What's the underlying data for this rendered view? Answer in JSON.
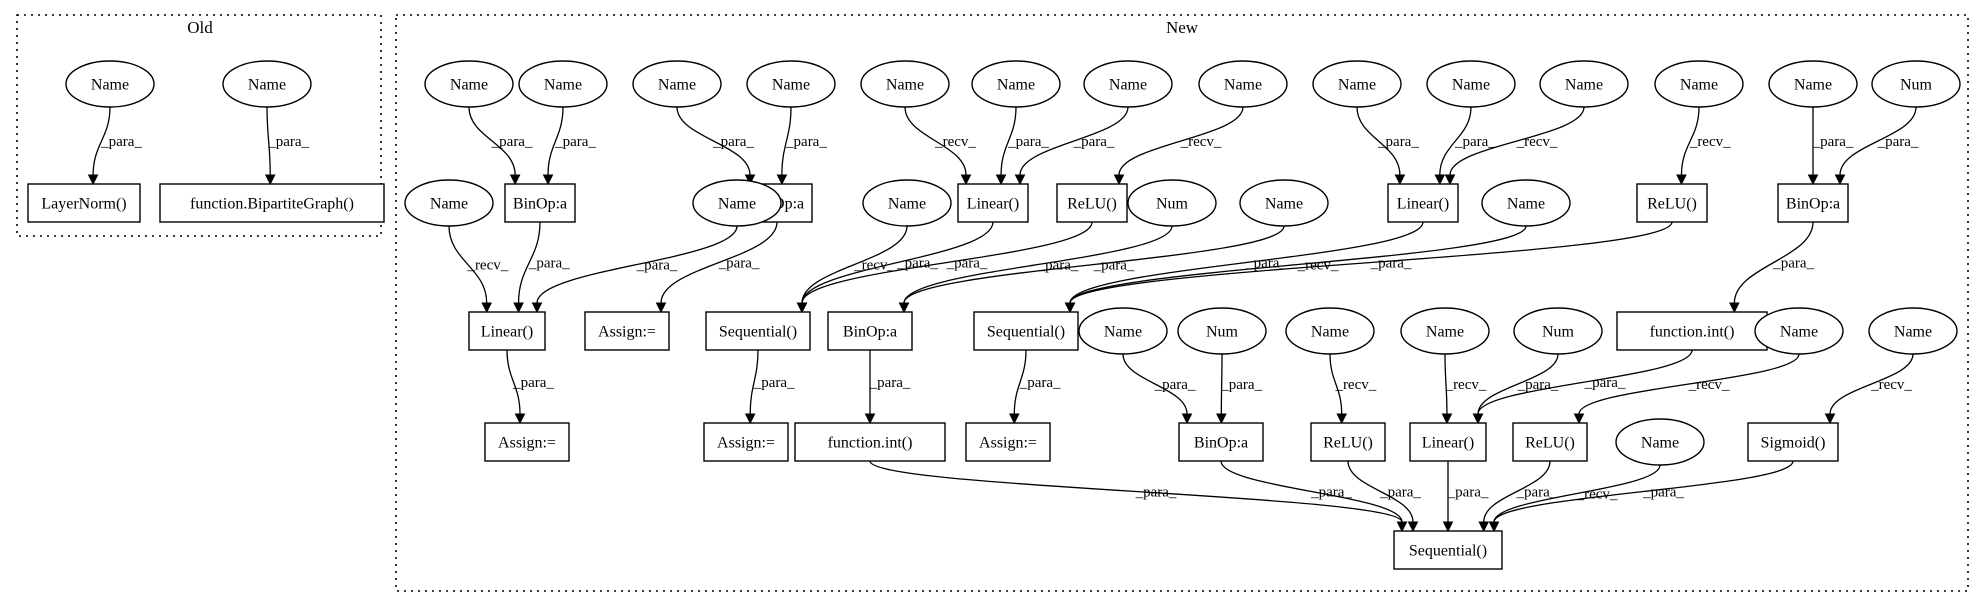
{
  "clusters": [
    {
      "id": "old",
      "title": "Old"
    },
    {
      "id": "new",
      "title": "New"
    }
  ],
  "nodes": [
    {
      "id": "o_n1",
      "label": "Name",
      "shape": "ellipse"
    },
    {
      "id": "o_n2",
      "label": "Name",
      "shape": "ellipse"
    },
    {
      "id": "o_ln",
      "label": "LayerNorm()",
      "shape": "box"
    },
    {
      "id": "o_bg",
      "label": "function.BipartiteGraph()",
      "shape": "box"
    },
    {
      "id": "n1",
      "label": "Name",
      "shape": "ellipse"
    },
    {
      "id": "n2",
      "label": "Name",
      "shape": "ellipse"
    },
    {
      "id": "n3",
      "label": "Name",
      "shape": "ellipse"
    },
    {
      "id": "n4",
      "label": "Name",
      "shape": "ellipse"
    },
    {
      "id": "n5",
      "label": "Name",
      "shape": "ellipse"
    },
    {
      "id": "n6",
      "label": "Name",
      "shape": "ellipse"
    },
    {
      "id": "n7",
      "label": "Name",
      "shape": "ellipse"
    },
    {
      "id": "n8",
      "label": "Name",
      "shape": "ellipse"
    },
    {
      "id": "n9",
      "label": "Name",
      "shape": "ellipse"
    },
    {
      "id": "n10",
      "label": "Name",
      "shape": "ellipse"
    },
    {
      "id": "n11",
      "label": "Name",
      "shape": "ellipse"
    },
    {
      "id": "n12",
      "label": "Name",
      "shape": "ellipse"
    },
    {
      "id": "n13",
      "label": "Name",
      "shape": "ellipse"
    },
    {
      "id": "n14",
      "label": "Num",
      "shape": "ellipse"
    },
    {
      "id": "bin1",
      "label": "BinOp:a",
      "shape": "box"
    },
    {
      "id": "bin2",
      "label": "BinOp:a",
      "shape": "box"
    },
    {
      "id": "lin1",
      "label": "Linear()",
      "shape": "box"
    },
    {
      "id": "relu1",
      "label": "ReLU()",
      "shape": "box"
    },
    {
      "id": "lin2",
      "label": "Linear()",
      "shape": "box"
    },
    {
      "id": "relu2",
      "label": "ReLU()",
      "shape": "box"
    },
    {
      "id": "bin3",
      "label": "BinOp:a",
      "shape": "box"
    },
    {
      "id": "m1",
      "label": "Name",
      "shape": "ellipse"
    },
    {
      "id": "m2",
      "label": "Name",
      "shape": "ellipse"
    },
    {
      "id": "m3",
      "label": "Name",
      "shape": "ellipse"
    },
    {
      "id": "m4",
      "label": "Num",
      "shape": "ellipse"
    },
    {
      "id": "m5",
      "label": "Name",
      "shape": "ellipse"
    },
    {
      "id": "m6",
      "label": "Name",
      "shape": "ellipse"
    },
    {
      "id": "lin3",
      "label": "Linear()",
      "shape": "box"
    },
    {
      "id": "as1",
      "label": "Assign:=",
      "shape": "box"
    },
    {
      "id": "seq1",
      "label": "Sequential()",
      "shape": "box"
    },
    {
      "id": "bin4",
      "label": "BinOp:a",
      "shape": "box"
    },
    {
      "id": "seq2",
      "label": "Sequential()",
      "shape": "box"
    },
    {
      "id": "fint1",
      "label": "function.int()",
      "shape": "box"
    },
    {
      "id": "k1",
      "label": "Name",
      "shape": "ellipse"
    },
    {
      "id": "k2",
      "label": "Num",
      "shape": "ellipse"
    },
    {
      "id": "k3",
      "label": "Name",
      "shape": "ellipse"
    },
    {
      "id": "k4",
      "label": "Name",
      "shape": "ellipse"
    },
    {
      "id": "k5",
      "label": "Num",
      "shape": "ellipse"
    },
    {
      "id": "k6",
      "label": "Name",
      "shape": "ellipse"
    },
    {
      "id": "k7",
      "label": "Name",
      "shape": "ellipse"
    },
    {
      "id": "as2",
      "label": "Assign:=",
      "shape": "box"
    },
    {
      "id": "as3",
      "label": "Assign:=",
      "shape": "box"
    },
    {
      "id": "fint2",
      "label": "function.int()",
      "shape": "box"
    },
    {
      "id": "as4",
      "label": "Assign:=",
      "shape": "box"
    },
    {
      "id": "bin5",
      "label": "BinOp:a",
      "shape": "box"
    },
    {
      "id": "relu3",
      "label": "ReLU()",
      "shape": "box"
    },
    {
      "id": "lin4",
      "label": "Linear()",
      "shape": "box"
    },
    {
      "id": "relu4",
      "label": "ReLU()",
      "shape": "box"
    },
    {
      "id": "k8",
      "label": "Name",
      "shape": "ellipse"
    },
    {
      "id": "sig",
      "label": "Sigmoid()",
      "shape": "box"
    },
    {
      "id": "seq3",
      "label": "Sequential()",
      "shape": "box"
    }
  ],
  "edges": [
    {
      "from": "o_n1",
      "to": "o_ln",
      "label": "_para_"
    },
    {
      "from": "o_n2",
      "to": "o_bg",
      "label": "_para_"
    },
    {
      "from": "n1",
      "to": "bin1",
      "label": "_para_"
    },
    {
      "from": "n2",
      "to": "bin1",
      "label": "_para_"
    },
    {
      "from": "n3",
      "to": "bin2",
      "label": "_para_"
    },
    {
      "from": "n4",
      "to": "bin2",
      "label": "_para_"
    },
    {
      "from": "n5",
      "to": "lin1",
      "label": "_recv_"
    },
    {
      "from": "n6",
      "to": "lin1",
      "label": "_para_"
    },
    {
      "from": "n7",
      "to": "lin1",
      "label": "_para_"
    },
    {
      "from": "n8",
      "to": "relu1",
      "label": "_recv_"
    },
    {
      "from": "n9",
      "to": "lin2",
      "label": "_para_"
    },
    {
      "from": "n10",
      "to": "lin2",
      "label": "_para_"
    },
    {
      "from": "n11",
      "to": "lin2",
      "label": "_recv_"
    },
    {
      "from": "n12",
      "to": "relu2",
      "label": "_recv_"
    },
    {
      "from": "n13",
      "to": "bin3",
      "label": "_para_"
    },
    {
      "from": "n14",
      "to": "bin3",
      "label": "_para_"
    },
    {
      "from": "m1",
      "to": "lin3",
      "label": "_recv_"
    },
    {
      "from": "bin1",
      "to": "lin3",
      "label": "_para_"
    },
    {
      "from": "m2",
      "to": "lin3",
      "label": "_para_"
    },
    {
      "from": "bin2",
      "to": "as1",
      "label": "_para_"
    },
    {
      "from": "m3",
      "to": "seq1",
      "label": "_recv_"
    },
    {
      "from": "lin1",
      "to": "seq1",
      "label": "_para_"
    },
    {
      "from": "relu1",
      "to": "seq1",
      "label": "_para_"
    },
    {
      "from": "m4",
      "to": "bin4",
      "label": "_para_"
    },
    {
      "from": "m5",
      "to": "bin4",
      "label": "_para_"
    },
    {
      "from": "lin2",
      "to": "seq2",
      "label": "_para_"
    },
    {
      "from": "m6",
      "to": "seq2",
      "label": "_recv_"
    },
    {
      "from": "relu2",
      "to": "seq2",
      "label": "_para_"
    },
    {
      "from": "bin3",
      "to": "fint1",
      "label": "_para_"
    },
    {
      "from": "lin3",
      "to": "as2",
      "label": "_para_"
    },
    {
      "from": "seq1",
      "to": "as3",
      "label": "_para_"
    },
    {
      "from": "bin4",
      "to": "fint2",
      "label": "_para_"
    },
    {
      "from": "seq2",
      "to": "as4",
      "label": "_para_"
    },
    {
      "from": "k1",
      "to": "bin5",
      "label": "_para_"
    },
    {
      "from": "k2",
      "to": "bin5",
      "label": "_para_"
    },
    {
      "from": "k3",
      "to": "relu3",
      "label": "_recv_"
    },
    {
      "from": "k4",
      "to": "lin4",
      "label": "_recv_"
    },
    {
      "from": "k5",
      "to": "lin4",
      "label": "_para_"
    },
    {
      "from": "fint1",
      "to": "lin4",
      "label": "_para_"
    },
    {
      "from": "k6",
      "to": "relu4",
      "label": "_recv_"
    },
    {
      "from": "k7",
      "to": "sig",
      "label": "_recv_"
    },
    {
      "from": "fint2",
      "to": "seq3",
      "label": "_para_"
    },
    {
      "from": "bin5",
      "to": "seq3",
      "label": "_para_"
    },
    {
      "from": "relu3",
      "to": "seq3",
      "label": "_para_"
    },
    {
      "from": "lin4",
      "to": "seq3",
      "label": "_para_"
    },
    {
      "from": "relu4",
      "to": "seq3",
      "label": "_para_"
    },
    {
      "from": "k8",
      "to": "seq3",
      "label": "_recv_"
    },
    {
      "from": "sig",
      "to": "seq3",
      "label": "_para_"
    }
  ]
}
